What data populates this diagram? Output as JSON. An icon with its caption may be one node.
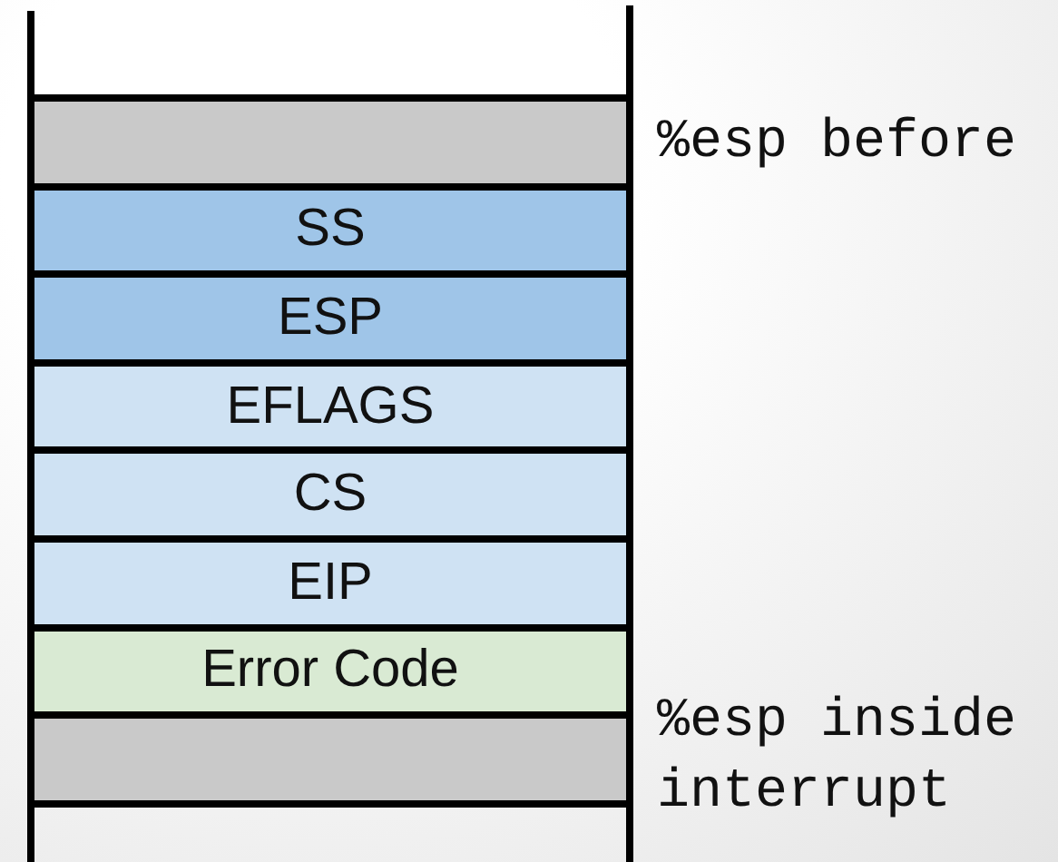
{
  "diagram": {
    "nodes": [
      {
        "text": [],
        "shape": "box",
        "beside": [
          "%esp before"
        ]
      },
      {
        "text": [
          "SS"
        ]
      },
      {
        "text": [
          "ESP"
        ]
      },
      {
        "text": [
          "EFLAGS"
        ]
      },
      {
        "text": [
          "CS"
        ]
      },
      {
        "text": [
          "EIP"
        ]
      },
      {
        "text": [
          "Error Code"
        ]
      },
      {
        "text": [],
        "shape": "box",
        "beside": [
          "%esp inside interrupt"
        ]
      }
    ]
  }
}
